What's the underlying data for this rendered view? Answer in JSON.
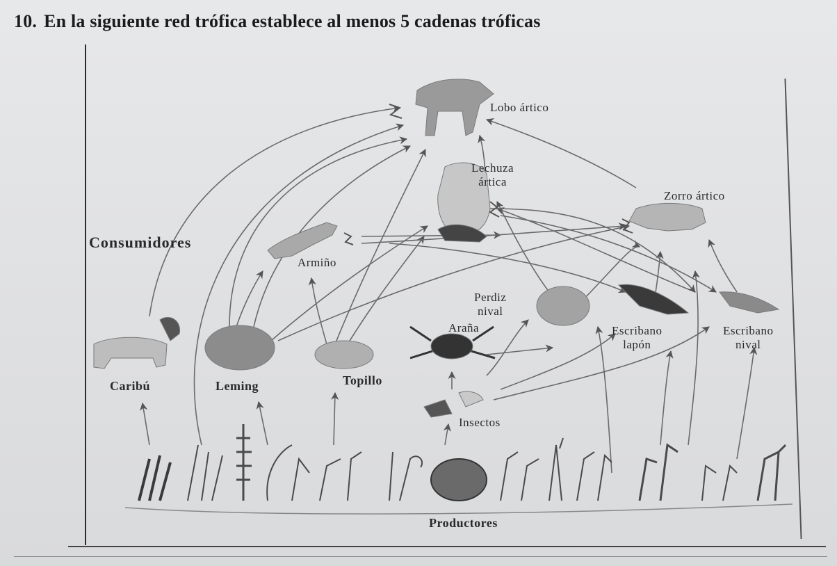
{
  "question": {
    "number": "10.",
    "text": "En la siguiente red trófica establece al menos 5 cadenas tróficas"
  },
  "labels": {
    "lobo": "Lobo ártico",
    "lechuza_1": "Lechuza",
    "lechuza_2": "ártica",
    "zorro": "Zorro ártico",
    "consumidores": "Consumidores",
    "armino": "Armiño",
    "perdiz_1": "Perdiz",
    "perdiz_2": "nival",
    "arana": "Araña",
    "escribano_lapon_1": "Escribano",
    "escribano_lapon_2": "lapón",
    "escribano_nival_1": "Escribano",
    "escribano_nival_2": "nival",
    "caribu": "Caribú",
    "leming": "Leming",
    "topillo": "Topillo",
    "insectos": "Insectos",
    "productores": "Productores"
  },
  "colors": {
    "ink": "#1b1b1b",
    "arrow": "#5a5a5a",
    "paper": "#e3e4e6",
    "animal": "#8f8f8f"
  }
}
